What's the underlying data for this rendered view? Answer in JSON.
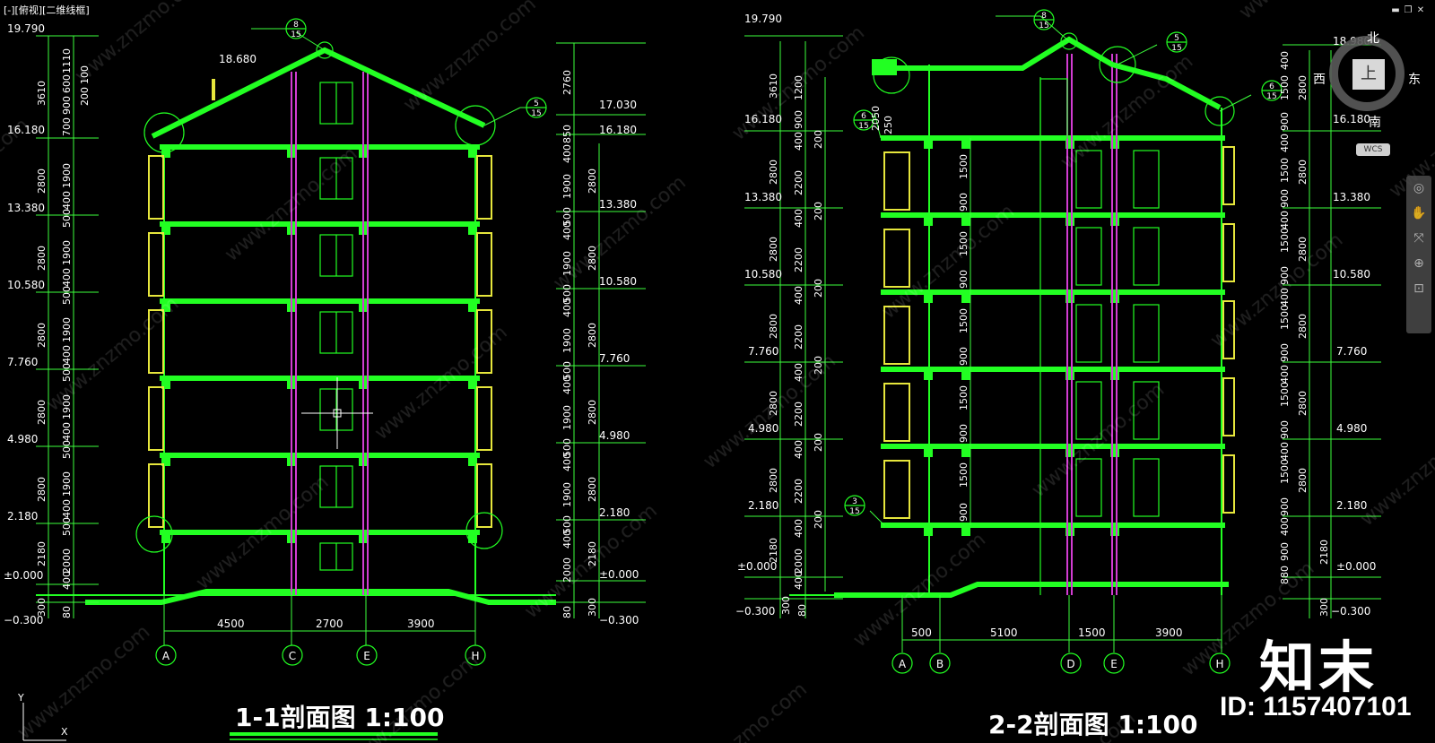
{
  "viewport": {
    "label": "[-][俯视][二维线框]",
    "window_controls": {
      "minimize": "▬",
      "restore": "❐",
      "close": "✕"
    }
  },
  "viewcube": {
    "north": "北",
    "south": "南",
    "east": "东",
    "west": "西",
    "face": "上",
    "wcs": "WCS"
  },
  "navbar": {
    "tools": [
      "◎",
      "✋",
      "⤧",
      "⊕",
      "⊡"
    ]
  },
  "ucs": {
    "y": "Y",
    "x": "X"
  },
  "brand": {
    "logo": "知末",
    "id": "ID: 1157407101"
  },
  "section1": {
    "title": "1-1剖面图  1:100",
    "elevations_left": [
      "19.790",
      "16.180",
      "13.380",
      "10.580",
      "7.760",
      "4.980",
      "2.180",
      "±0.000",
      "−0.300"
    ],
    "elevations_right": [
      "17.030",
      "16.180",
      "13.380",
      "10.580",
      "7.760",
      "4.980",
      "2.180",
      "±0.000",
      "−0.300"
    ],
    "roof_elev": "18.680",
    "dims_left_outer": [
      "3610",
      "2800",
      "2800",
      "2800",
      "2800",
      "2800",
      "2180",
      "300"
    ],
    "dims_left_inner": [
      "1110",
      "600",
      "900",
      "700",
      "1900",
      "400",
      "500",
      "1900",
      "400",
      "500",
      "1900",
      "400",
      "500",
      "1900",
      "400",
      "500",
      "1900",
      "400",
      "500",
      "2000",
      "400",
      "80"
    ],
    "dims_left_extra": [
      "200",
      "100"
    ],
    "dims_right_outer": [
      "2760",
      "850",
      "2800",
      "2800",
      "2800",
      "2800",
      "2800",
      "2180",
      "300"
    ],
    "dims_right_inner": [
      "400",
      "1900",
      "500",
      "400",
      "1900",
      "500",
      "400",
      "1900",
      "500",
      "400",
      "1900",
      "500",
      "400",
      "1900",
      "500",
      "400",
      "2000",
      "80"
    ],
    "bottom_dims": [
      "4500",
      "2700",
      "3900"
    ],
    "axes": [
      "A",
      "C",
      "E",
      "H"
    ],
    "callouts": [
      {
        "top": "8",
        "bottom": "15"
      },
      {
        "top": "5",
        "bottom": "15"
      }
    ]
  },
  "section2": {
    "title": "2-2剖面图  1:100",
    "elevations_left": [
      "19.790",
      "16.180",
      "13.380",
      "10.580",
      "7.760",
      "4.980",
      "2.180",
      "±0.000",
      "−0.300"
    ],
    "elevations_right": [
      "18.980",
      "16.180",
      "13.380",
      "10.580",
      "7.760",
      "4.980",
      "2.180",
      "±0.000",
      "−0.300"
    ],
    "dims_left_outer": [
      "3610",
      "2800",
      "2800",
      "2800",
      "2800",
      "2800",
      "2180",
      "300"
    ],
    "dims_left_inner": [
      "1200",
      "900",
      "400",
      "2200",
      "400",
      "2200",
      "400",
      "2200",
      "400",
      "2200",
      "400",
      "2200",
      "400",
      "2000",
      "400",
      "80"
    ],
    "dims_left_small": [
      "200",
      "200",
      "200",
      "200",
      "200",
      "200"
    ],
    "dims_window": [
      "1500",
      "900",
      "1500",
      "900",
      "1500",
      "900",
      "1500",
      "900",
      "1500",
      "900",
      "900"
    ],
    "dims_extra": [
      "2050",
      "250"
    ],
    "dims_right_outer": [
      "2800",
      "2800",
      "2800",
      "2800",
      "2800",
      "2800",
      "2180",
      "300"
    ],
    "dims_right_inner": [
      "400",
      "1500",
      "900",
      "400",
      "1500",
      "900",
      "1500",
      "400",
      "900",
      "1500",
      "400",
      "900",
      "1500",
      "400",
      "900",
      "1500",
      "400",
      "900",
      "400",
      "880",
      "900"
    ],
    "bottom_dims": [
      "500",
      "5100",
      "1500",
      "3900"
    ],
    "axes": [
      "A",
      "B",
      "D",
      "E",
      "H"
    ],
    "callouts": [
      {
        "top": "8",
        "bottom": "15"
      },
      {
        "top": "5",
        "bottom": "15"
      },
      {
        "top": "6",
        "bottom": "15"
      },
      {
        "top": "6",
        "bottom": "15"
      },
      {
        "top": "3",
        "bottom": "15"
      }
    ]
  }
}
